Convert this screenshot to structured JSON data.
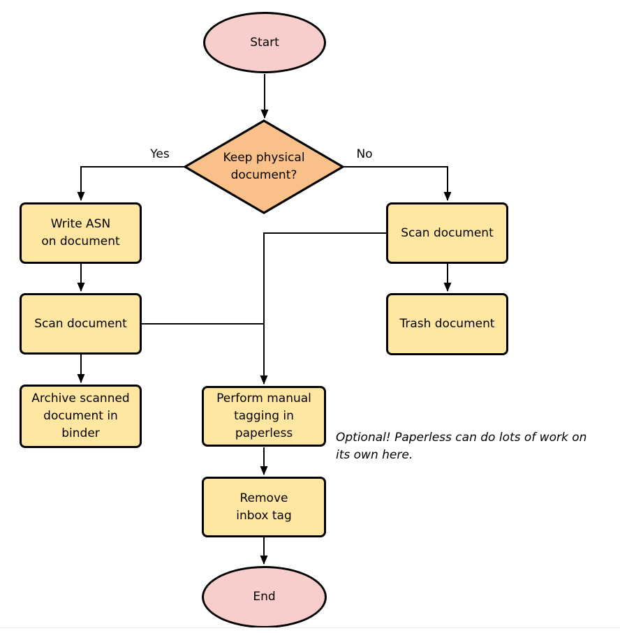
{
  "palette": {
    "terminal_fill": "#F8CECC",
    "decision_fill": "#FAC08A",
    "process_fill": "#FFE6A1",
    "stroke": "#000000"
  },
  "diagram": {
    "nodes": {
      "start": "Start",
      "decision": "Keep physical\ndocument?",
      "write_asn": "Write ASN\non document",
      "scan_left": "Scan document",
      "archive": "Archive scanned\ndocument in\nbinder",
      "scan_right": "Scan document",
      "trash": "Trash document",
      "perform_tagging": "Perform manual\ntagging in\npaperless",
      "remove_inbox": "Remove\ninbox tag",
      "end": "End"
    },
    "edge_labels": {
      "yes": "Yes",
      "no": "No"
    },
    "note": "Optional! Paperless can do lots of work on\nits own here."
  }
}
